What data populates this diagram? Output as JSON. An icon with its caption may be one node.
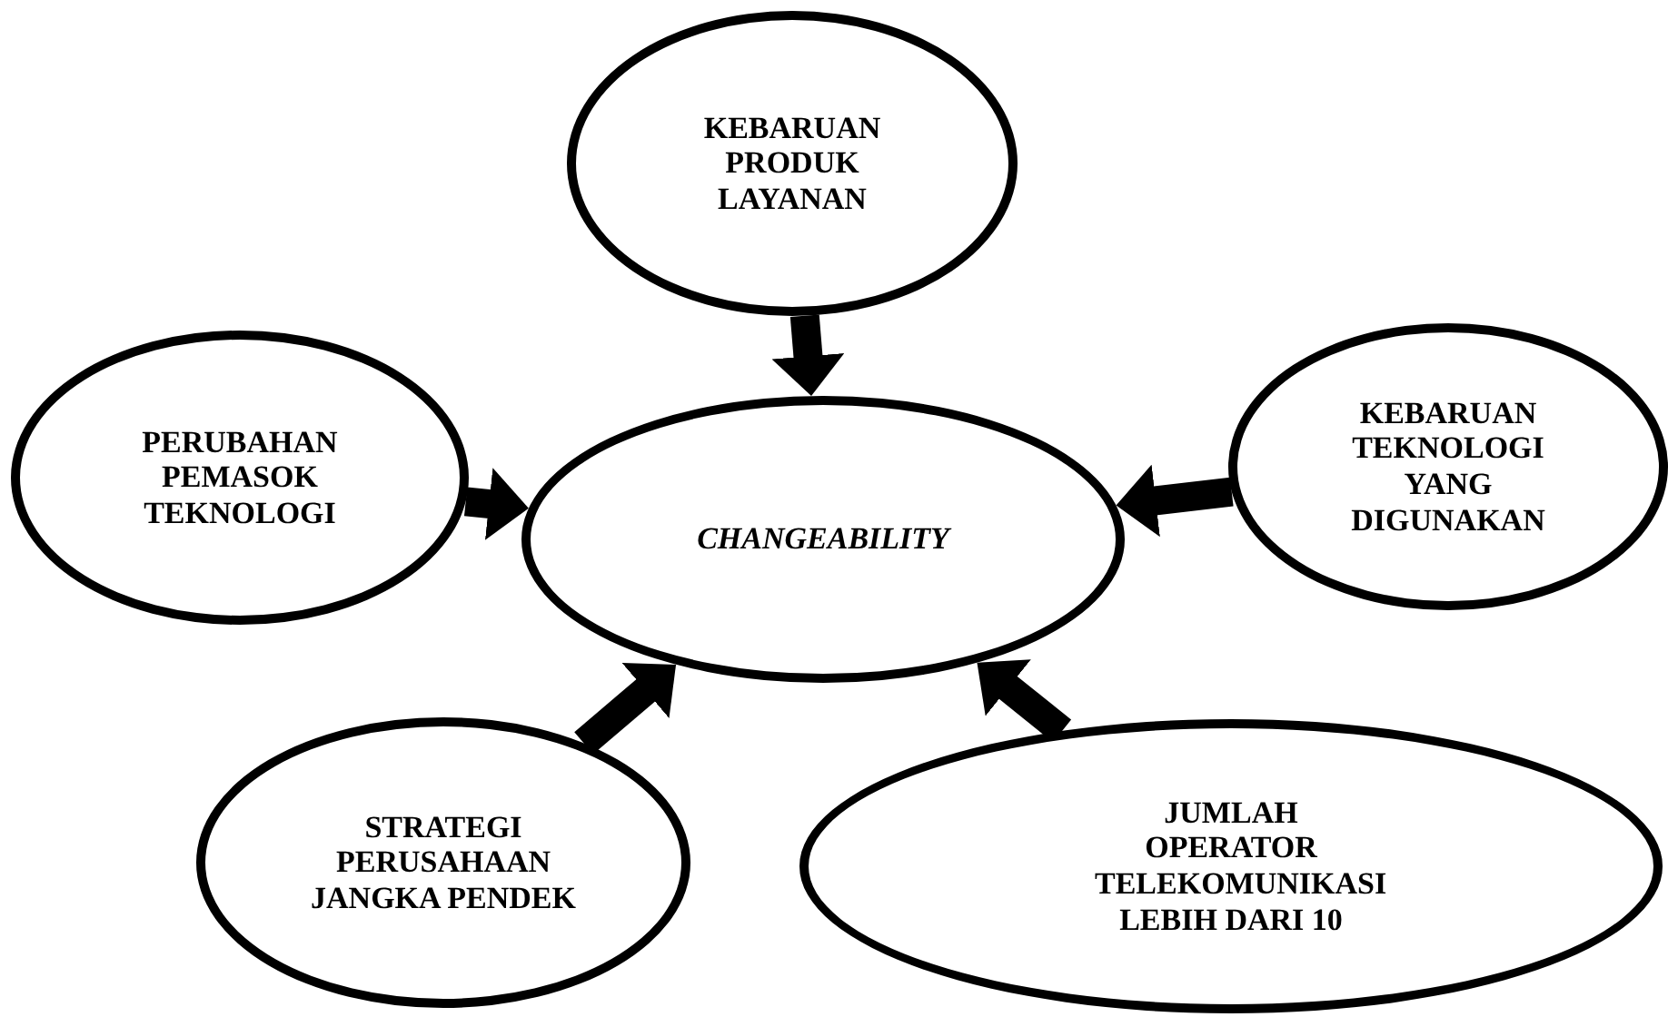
{
  "diagram": {
    "nodes": [
      {
        "text": [
          "CHANGEABILITY"
        ]
      },
      {
        "text": [
          "KEBARUAN PRODUK LAYANAN"
        ]
      },
      {
        "text": [
          "PERUBAHAN PEMASOK TEKNOLOGI"
        ]
      },
      {
        "text": [
          "KEBARUAN TEKNOLOGI YANG DIGUNAKAN"
        ]
      },
      {
        "text": [
          "STRATEGI PERUSAHAAN JANGKA PENDEK"
        ]
      },
      {
        "text": [
          "JUMLAH OPERATOR TELEKOMUNIKASI LEBIH DARI 10"
        ]
      }
    ],
    "edges": [
      {
        "from": 1,
        "to": 0,
        "arrow": "to"
      },
      {
        "from": 2,
        "to": 0,
        "arrow": "to"
      },
      {
        "from": 3,
        "to": 0,
        "arrow": "to"
      },
      {
        "from": 4,
        "to": 0,
        "arrow": "to"
      },
      {
        "from": 5,
        "to": 0,
        "arrow": "to"
      }
    ]
  }
}
